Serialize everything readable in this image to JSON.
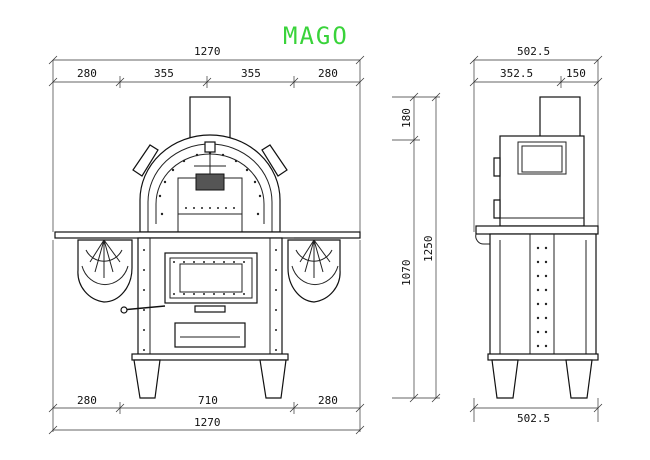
{
  "title": "MAGO",
  "front_view": {
    "top_total": "1270",
    "top_segments": [
      "280",
      "355",
      "355",
      "280"
    ],
    "bottom_segments": [
      "280",
      "710",
      "280"
    ],
    "bottom_total": "1270"
  },
  "side_view": {
    "top_total": "502.5",
    "top_segments": [
      "352.5",
      "150"
    ],
    "bottom_total": "502.5"
  },
  "heights": {
    "chimney": "180",
    "body": "1070",
    "overall": "1250"
  },
  "colors": {
    "title": "#39d33a",
    "line": "#111111"
  }
}
